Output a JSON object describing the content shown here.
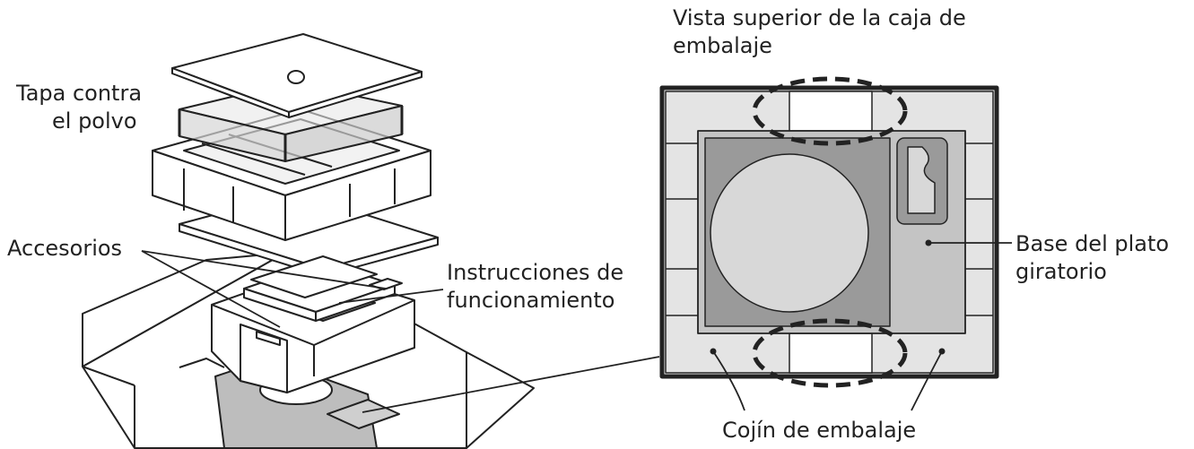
{
  "labels": {
    "dust_cover": [
      "Tapa contra",
      "el polvo"
    ],
    "accessories": "Accesorios",
    "instructions": [
      "Instrucciones de",
      "funcionamiento"
    ],
    "top_view": [
      "Vista superior de la caja de",
      "embalaje"
    ],
    "turntable_base": [
      "Base del plato",
      "giratorio"
    ],
    "cushion": "Cojín de embalaje"
  },
  "colors": {
    "line": "#222222",
    "cushion_fill": "#e4e4e4",
    "base_fill": "#c4c4c4",
    "inner_fill": "#9a9a9a",
    "platter_fill": "#d8d8d8",
    "background": "#ffffff"
  }
}
